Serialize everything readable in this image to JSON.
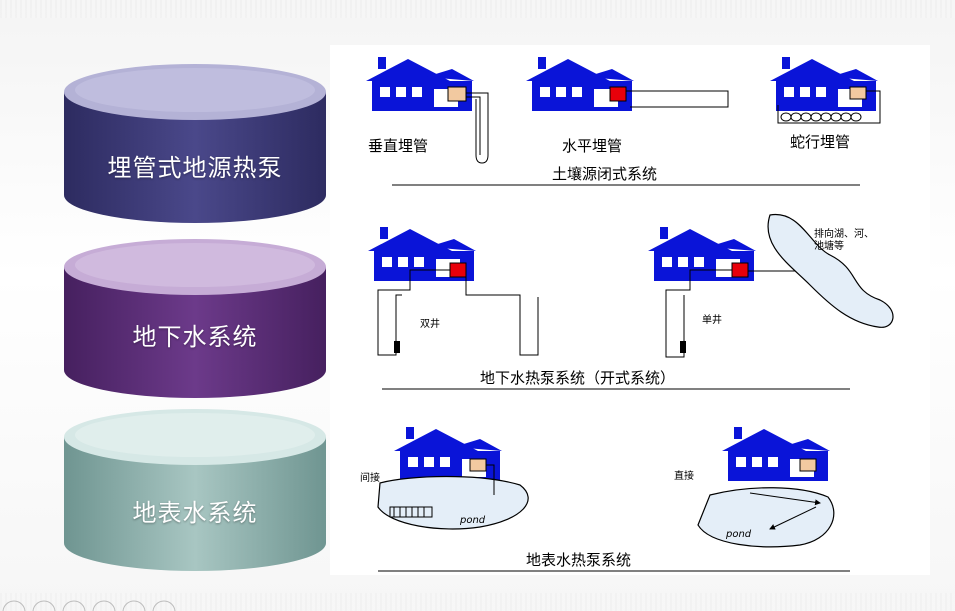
{
  "cylinders": [
    {
      "label": "埋管式地源热泵",
      "top": "#b6b4d6",
      "body": "#3e3c78",
      "dark": "#2d2b60"
    },
    {
      "label": "地下水系统",
      "top": "#c9b0d8",
      "body": "#5c2f78",
      "dark": "#46205f"
    },
    {
      "label": "地表水系统",
      "top": "#d6e8e6",
      "body": "#8fb2ae",
      "dark": "#6f9591"
    }
  ],
  "panel": {
    "section1": {
      "labels": {
        "vertical": "垂直埋管",
        "horizontal": "水平埋管",
        "serpentine": "蛇行埋管"
      },
      "title": "土壤源闭式系统"
    },
    "section2": {
      "labels": {
        "double_well": "双井",
        "single_well": "单井",
        "discharge": "排向湖、河、",
        "discharge2": "池塘等"
      },
      "title": "地下水热泵系统（开式系统）"
    },
    "section3": {
      "labels": {
        "indirect": "间接",
        "direct": "直接",
        "pond1": "pond",
        "pond2": "pond"
      },
      "title": "地表水热泵系统"
    }
  }
}
